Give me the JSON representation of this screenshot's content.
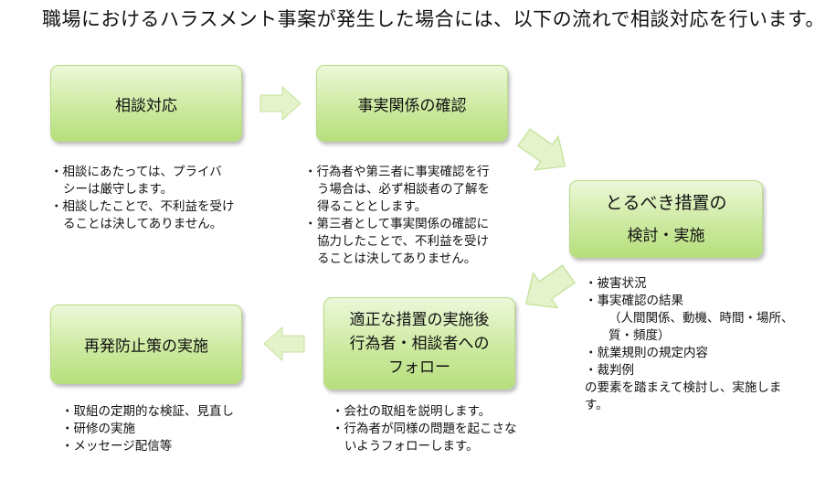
{
  "title": "職場におけるハラスメント事案が発生した場合には、以下の流れで相談対応を行います。",
  "steps": {
    "consult": "相談対応",
    "confirm": "事実関係の確認",
    "measure_line1": "とるべき措置の",
    "measure_line2": "検討・実施",
    "followup_line1": "適正な措置の実施後",
    "followup_line2": "行為者・相談者への",
    "followup_line3": "フォロー",
    "prevent": "再発防止策の実施"
  },
  "notes": {
    "consult": {
      "item1": "・相談にあたっては、プライバ",
      "item1_cont": "シーは厳守します。",
      "item2": "・相談したことで、不利益を受け",
      "item2_cont": "ることは決してありません。"
    },
    "confirm": {
      "item1": "・行為者や第三者に事実確認を行",
      "item1_cont1": "う場合は、必ず相談者の了解を",
      "item1_cont2": "得ることとします。",
      "item2": "・第三者として事実関係の確認に",
      "item2_cont1": "協力したことで、不利益を受け",
      "item2_cont2": "ることは決してありません。"
    },
    "measure": {
      "item1": "・被害状況",
      "item2": "・事実確認の結果",
      "item2_detail1": "（人間関係、動機、時間・場所、",
      "item2_detail2": "質・頻度）",
      "item3": "・就業規則の規定内容",
      "item4": "・裁判例",
      "summary1": "の要素を踏まえて検討し、実施しま",
      "summary2": "す。"
    },
    "followup": {
      "item1": "・会社の取組を説明します。",
      "item2": "・行為者が同様の問題を起こさな",
      "item2_cont": "いようフォローします。"
    },
    "prevent": {
      "item1": "・取組の定期的な検証、見直し",
      "item2": "・研修の実施",
      "item3": "・メッセージ配信等"
    }
  },
  "colors": {
    "box_top": "#ecf8d9",
    "box_bottom": "#b6df7c",
    "box_border": "#b9dc86",
    "arrow_fill": "#e4f3c9",
    "arrow_stroke": "#c4e19b"
  }
}
